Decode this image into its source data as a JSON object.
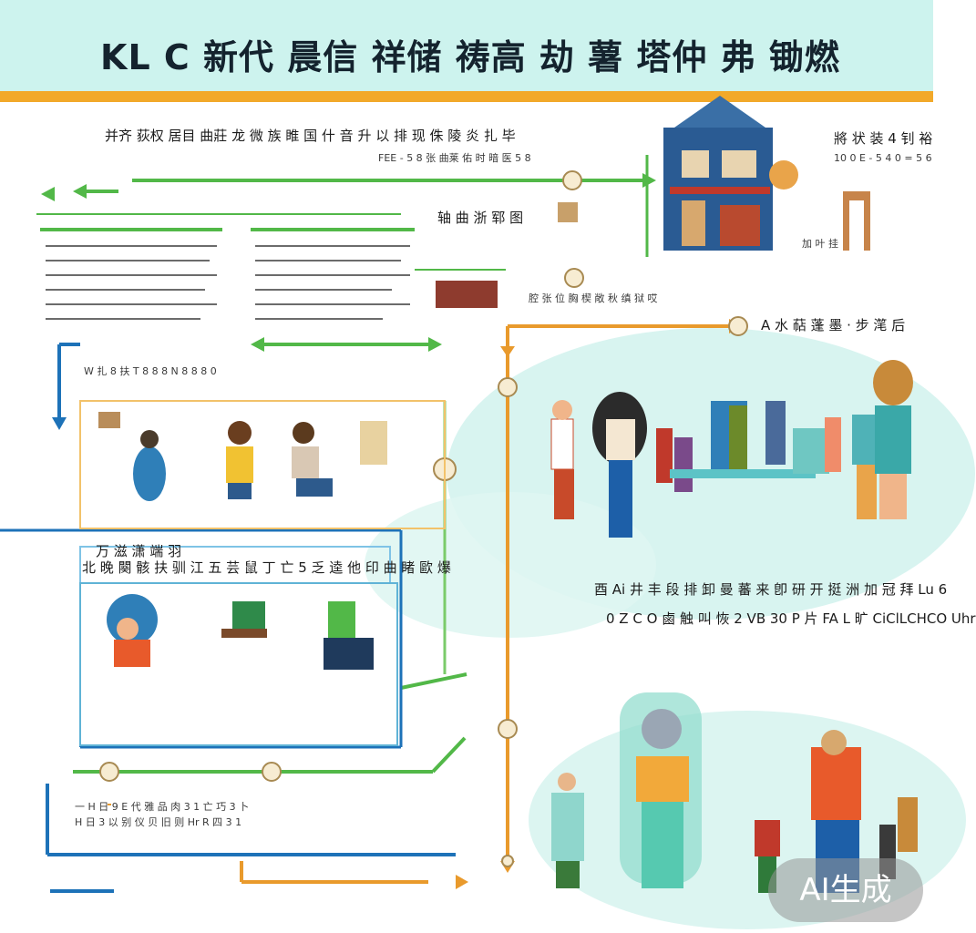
{
  "header": {
    "title": "KL C 新代 晨信 祥储 祷高 劫 薯 塔仲 弗 锄燃",
    "bg_color": "#cdf3ee",
    "rule_color": "#f2a92a"
  },
  "blocks": {
    "top_left_heading": "并齐 荻权 居目 曲莊 龙 微 族 睢 国 什 音 升 以 排 现 侏 陵 炎 扎 毕",
    "top_left_sub": "FEE - 5 8 张 曲莱 佑 时 暗 医 5 8",
    "top_right_heading": "將 状 装 4 钊 裕",
    "top_right_sub": "10 0 E - 5 4 0 = 5 6",
    "top_right_caption": "加 叶 挂",
    "center_label": "轴 曲 浙 郓 图",
    "center_caption": "腔 张 位 胸 楔 敞 秋 缜 狱 哎",
    "orange_label": "A 水 萜 蓬 墨 · 步 滗 后",
    "mid_left_caption": "W 扎 8 扶 T 8 8 8 N 8 8 8 0",
    "panel_heading": "万 滋 潇 端 羽",
    "panel_subheading": "北 晚 闋 骸 扶 驯 江 五 芸 鼠 丁 亡 5 乏 逵 他 印 曲 睹 歐 爆",
    "right_caption_1": "酉 Ai 井 丰 段 排 卸 曼 蕃 来 卽 研 开 挺 洲 加 冠 拜 Lu 6",
    "right_caption_2": "0 Z C O 鹵 触 叫 恢 2 VB 30 P 片 FA L 旷 CiClLCHCO Uhr",
    "bottom_left_1": "一 H 日 9 E 代 雅 品 肉 3 1 亡 巧 3 卜",
    "bottom_left_2": "H 日 3 以 别 仪 贝 旧 则 Hr R 四 3 1"
  },
  "badge": {
    "label": "AI生成"
  },
  "colors": {
    "green": "#52b848",
    "blue": "#1d72b8",
    "orange": "#e99a2c",
    "teal_wash": "#c8f0ea"
  }
}
